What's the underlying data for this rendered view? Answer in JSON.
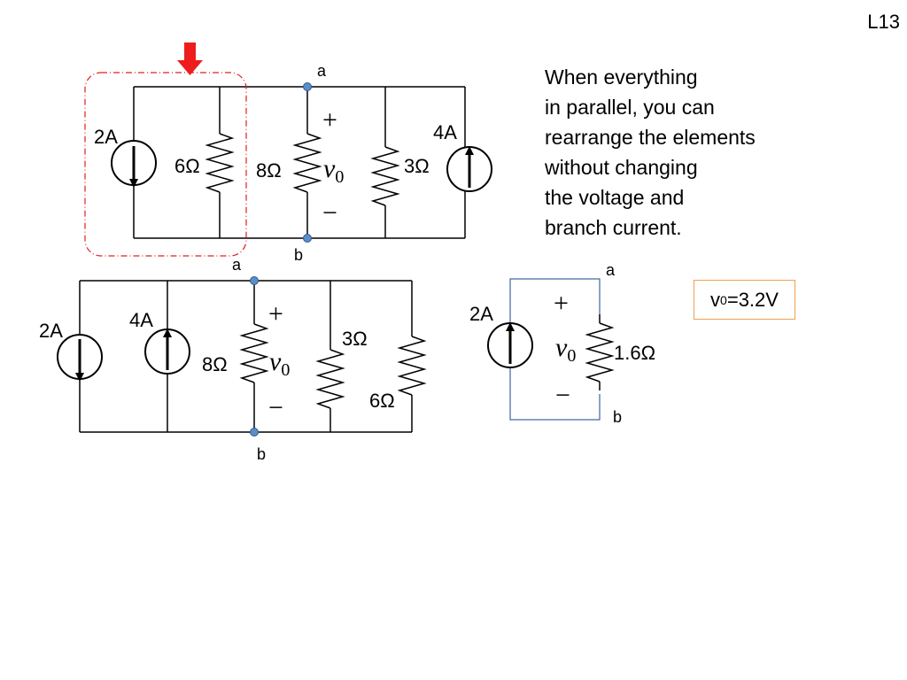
{
  "slide_number": "L13",
  "explanation": [
    "When everything",
    "in parallel, you can",
    "rearrange the elements",
    "without changing",
    "the voltage and",
    "branch current."
  ],
  "result": {
    "prefix": "v",
    "sub": "0",
    "suffix": "=3.2V"
  },
  "circuit1": {
    "source_left": "2A",
    "r1": "6Ω",
    "r2": "8Ω",
    "r3": "3Ω",
    "source_right": "4A",
    "node_a": "a",
    "node_b": "b",
    "v0": "v",
    "v0_sub": "0",
    "plus": "+",
    "minus": "−"
  },
  "circuit2": {
    "source1": "2A",
    "source2": "4A",
    "r_8": "8Ω",
    "r_3": "3Ω",
    "r_6": "6Ω",
    "node_a": "a",
    "node_b": "b",
    "v0": "v",
    "v0_sub": "0",
    "plus": "+",
    "minus": "−"
  },
  "circuit3": {
    "source": "2A",
    "r_eq": "1.6Ω",
    "node_a": "a",
    "node_b": "b",
    "v0": "v",
    "v0_sub": "0",
    "plus": "+",
    "minus": "−"
  },
  "colors": {
    "highlight_dashed": "#e02020",
    "arrow": "#ee1c1c",
    "node_dot": "#5b8ec9",
    "node_dot_stroke": "#2f5a8a",
    "circuit3_wire": "#4a6fa8",
    "result_border": "#f0a050"
  }
}
